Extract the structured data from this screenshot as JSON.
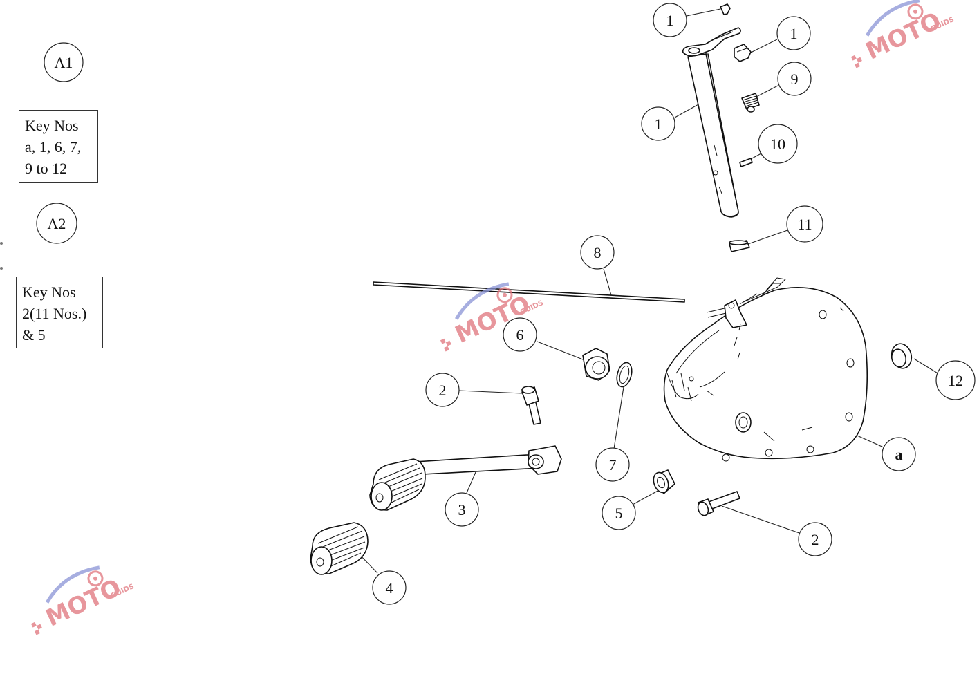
{
  "groups": [
    {
      "label": "A1",
      "key_lines": [
        "Key Nos",
        "a, 1, 6, 7,",
        "9 to 12"
      ]
    },
    {
      "label": "A2",
      "key_lines": [
        "Key Nos",
        "2(11 Nos.)",
        "& 5"
      ]
    }
  ],
  "callouts": [
    "1",
    "1",
    "9",
    "1",
    "10",
    "11",
    "8",
    "6",
    "2",
    "7",
    "12",
    "a",
    "3",
    "5",
    "2",
    "4"
  ],
  "watermark": {
    "main": "MOTO",
    "sub": "GUIDS"
  },
  "colors": {
    "ink": "#111111",
    "watermark_red": "#e0737b",
    "watermark_blue": "#8a94d6"
  }
}
